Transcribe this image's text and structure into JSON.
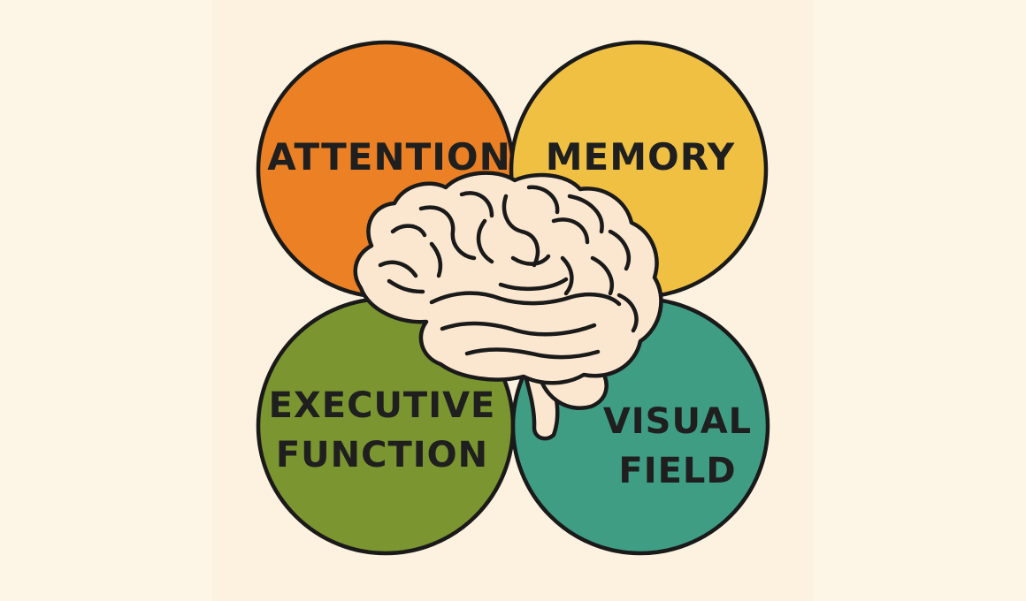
{
  "colors": {
    "background": "#fdf2df",
    "attention": "#eb8124",
    "memory": "#f0c043",
    "executive_function": "#7b9530",
    "visual_field": "#3f9d84",
    "brain_fill": "#fbe7cf",
    "outline": "#1a1a1a"
  },
  "circles": {
    "attention": {
      "label": "ATTENTION",
      "color": "#eb8124"
    },
    "memory": {
      "label": "MEMORY",
      "color": "#f0c043"
    },
    "executive_function": {
      "label_line1": "EXECUTIVE",
      "label_line2": "FUNCTION",
      "color": "#7b9530"
    },
    "visual_field": {
      "label_line1": "VISUAL",
      "label_line2": "FIELD",
      "color": "#3f9d84"
    }
  },
  "center_icon": "brain-icon"
}
